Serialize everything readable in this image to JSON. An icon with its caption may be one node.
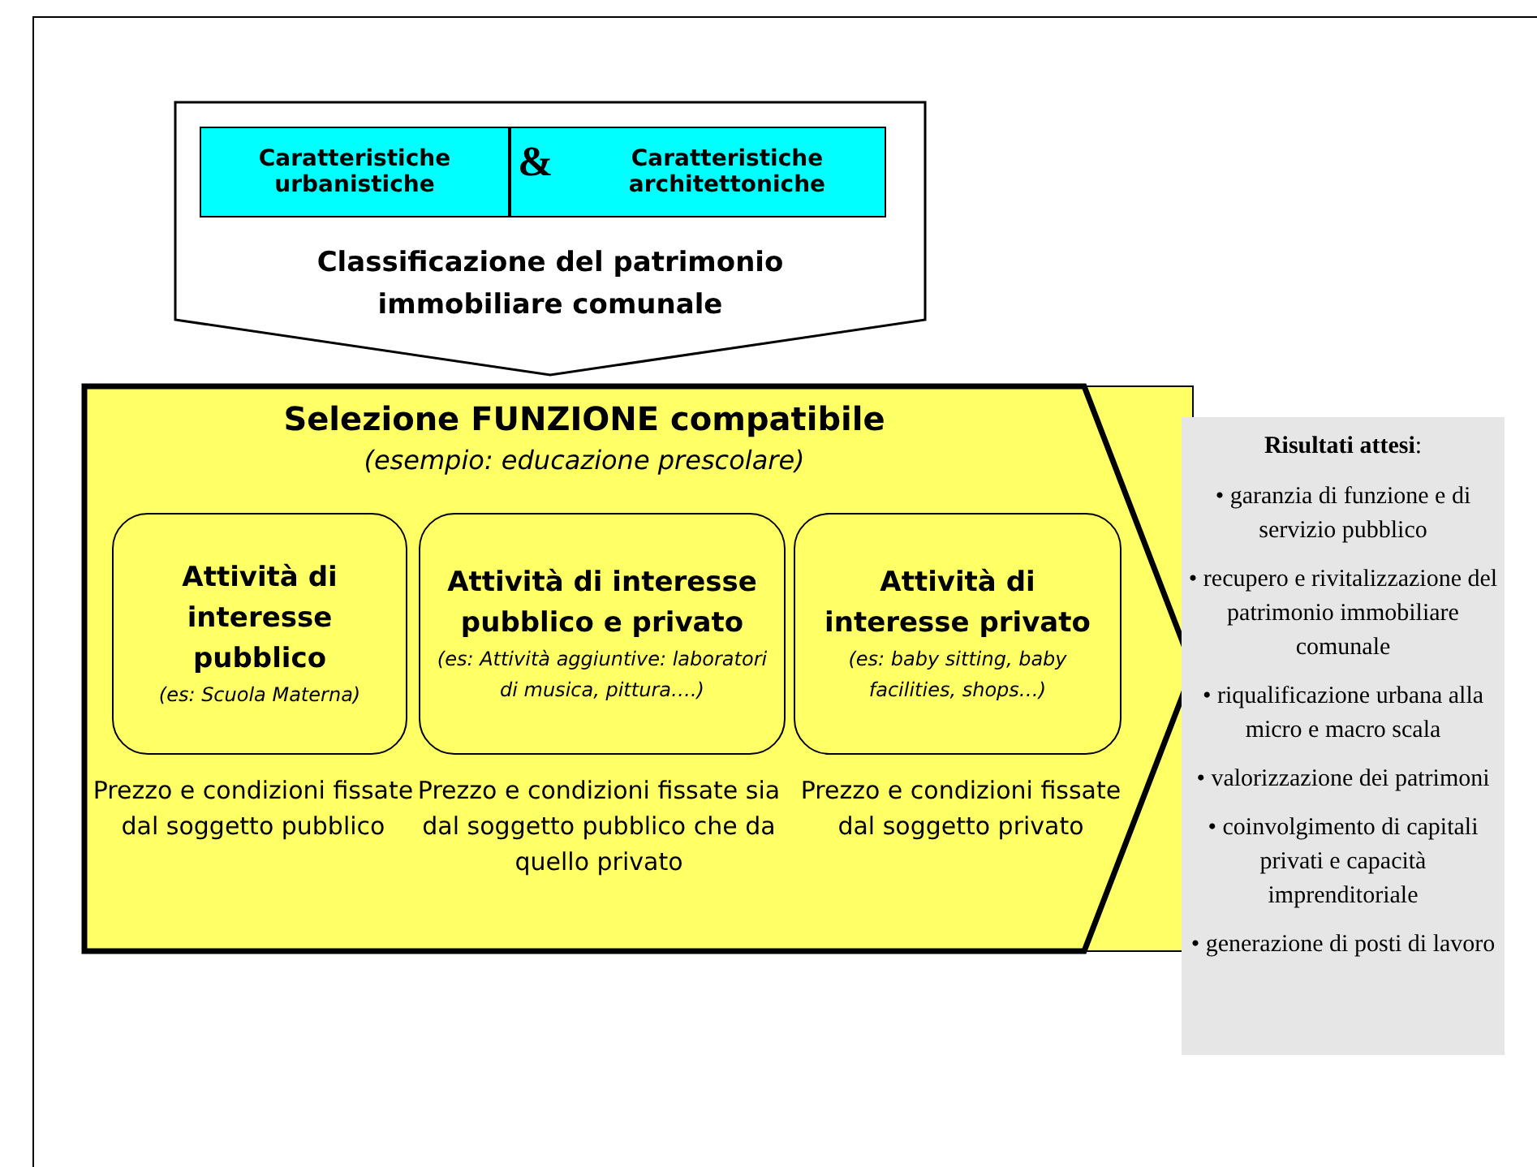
{
  "diagram": {
    "nodes": [
      {
        "text": [
          "Classificazione del patrimonio immobiliare comunale"
        ]
      },
      {
        "text": [
          "Caratteristiche urbanistiche"
        ],
        "in": 0
      },
      {
        "text": [
          "Caratteristiche architettoniche"
        ],
        "in": 0
      },
      {
        "text": [
          "Selezione FUNZIONE compatibile",
          "(esempio: educazione prescolare)"
        ]
      },
      {
        "text": [
          "Attività di interesse pubblico",
          "(es: Scuola Materna)"
        ],
        "in": 3,
        "beside": [
          "Prezzo e condizioni fissate dal soggetto pubblico"
        ]
      },
      {
        "text": [
          "Attività di interesse pubblico e privato",
          "(es: Attività aggiuntive: laboratori di musica, pittura….)"
        ],
        "in": 3,
        "beside": [
          "Prezzo e condizioni fissate sia dal soggetto pubblico che da quello privato"
        ]
      },
      {
        "text": [
          "Attività di interesse privato",
          "(es: baby sitting, baby facilities, shops…)"
        ],
        "in": 3,
        "beside": [
          "Prezzo e condizioni fissate dal soggetto privato"
        ]
      },
      {
        "text": [
          "**Risultati attesi**:",
          "• garanzia di funzione e di servizio pubblico",
          "• recupero e rivitalizzazione del patrimonio immobiliare comunale",
          "• riqualificazione urbana alla micro e macro scala",
          "• valorizzazione dei patrimoni",
          "• coinvolgimento di capitali privati e capacità imprenditoriale",
          "• generazione di posti di lavoro"
        ]
      }
    ],
    "edges": [],
    "labels": [
      "&"
    ]
  }
}
